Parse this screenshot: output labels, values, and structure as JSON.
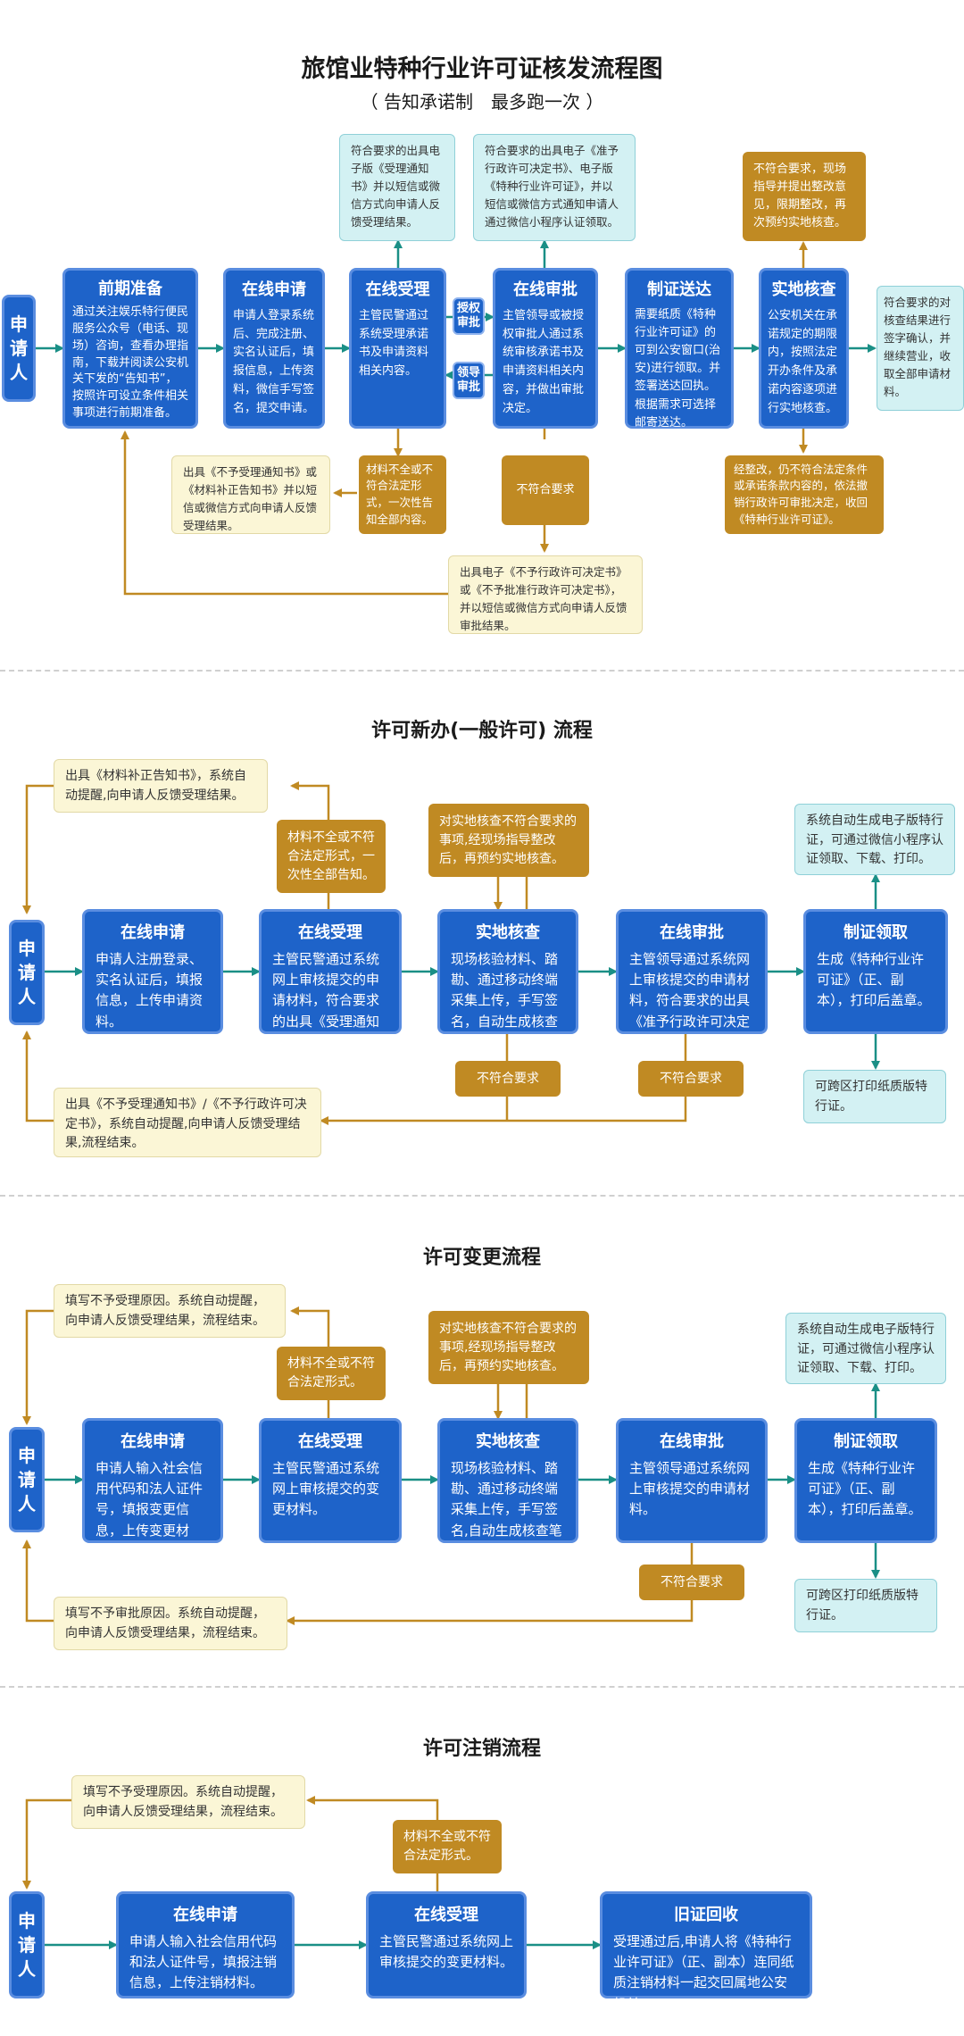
{
  "s1": {
    "title": "旅馆业特种行业许可证核发流程图",
    "subtitle": "（ 告知承诺制　最多跑一次 ）",
    "applicant": "申请人",
    "steps": [
      {
        "title": "前期准备",
        "text": "通过关注娱乐特行便民服务公众号（电话、现场）咨询，查看办理指南，下载并阅读公安机关下发的“告知书”，按照许可设立条件相关事项进行前期准备。"
      },
      {
        "title": "在线申请",
        "text": "申请人登录系统后、完成注册、实名认证后，填报信息，上传资料，微信手写签名，提交申请。"
      },
      {
        "title": "在线受理",
        "text": "主管民警通过系统受理承诺书及申请资料相关内容。"
      },
      {
        "title": "在线审批",
        "text": "主管领导或被授权审批人通过系统审核承诺书及申请资料相关内容，并做出审批决定。"
      },
      {
        "title": "制证送达",
        "text": "需要纸质《特种行业许可证》的可到公安窗口(治安)进行领取。并签署送达回执。根据需求可选择邮寄送达。"
      },
      {
        "title": "实地核查",
        "text": "公安机关在承诺规定的期限内，按照法定开办条件及承诺内容逐项进行实地核查。"
      }
    ],
    "badge_auth": "授权审批",
    "badge_lead": "领导审批",
    "top_notice_accept": "符合要求的出具电子版《受理通知书》并以短信或微信方式向申请人反馈受理结果。",
    "top_notice_approve": "符合要求的出具电子《准予行政许可决定书》、电子版《特种行业许可证》，并以短信或微信方式通知申请人通过微信小程序认证领取。",
    "top_notice_inspect": "不符合要求，现场指导并提出整改意见，限期整改，再次预约实地核查。",
    "right_notice": "符合要求的对核查结果进行签字确认，并继续营业，收取全部申请材料。",
    "pale_reject_accept": "出具《不予受理通知书》或《材料补正告知书》并以短信或微信方式向申请人反馈受理结果。",
    "gold_incomplete": "材料不全或不符合法定形式，一次性告知全部内容。",
    "gold_not_meet": "不符合要求",
    "pale_reject_approve": "出具电子《不予行政许可决定书》或《不予批准行政许可决定书》，并以短信或微信方式向申请人反馈审批结果。",
    "gold_revoke": "经整改，仍不符合法定条件或承诺条款内容的，依法撤销行政许可审批决定，收回《特种行业许可证》。"
  },
  "s2": {
    "title": "许可新办(一般许可) 流程",
    "applicant": "申请人",
    "steps": [
      {
        "title": "在线申请",
        "text": "申请人注册登录、实名认证后，填报信息，上传申请资料。"
      },
      {
        "title": "在线受理",
        "text": "主管民警通过系统网上审核提交的申请材料，符合要求的出具《受理通知书》"
      },
      {
        "title": "实地核查",
        "text": "现场核验材料、踏勘、通过移动终端采集上传，手写签名，自动生成核查笔录。"
      },
      {
        "title": "在线审批",
        "text": "主管领导通过系统网上审核提交的申请材料，符合要求的出具《准予行政许可决定书》。"
      },
      {
        "title": "制证领取",
        "text": "生成《特种行业许可证》（正、副本），打印后盖章。"
      }
    ],
    "pale_top": "出具《材料补正告知书》，系统自动提醒,向申请人反馈受理结果。",
    "gold_incomplete": "材料不全或不符合法定形式，一次性全部告知。",
    "gold_inspect": "对实地核查不符合要求的事项,经现场指导整改后，再预约实地核查。",
    "cyan_top": "系统自动生成电子版特行证，可通过微信小程序认证领取、下载、打印。",
    "cyan_bottom": "可跨区打印纸质版特行证。",
    "gold_not_meet_1": "不符合要求",
    "gold_not_meet_2": "不符合要求",
    "pale_bottom": "出具《不予受理通知书》/《不予行政许可决定书》，系统自动提醒,向申请人反馈受理结果,流程结束。"
  },
  "s3": {
    "title": "许可变更流程",
    "applicant": "申请人",
    "steps": [
      {
        "title": "在线申请",
        "text": "申请人输入社会信用代码和法人证件号，填报变更信息，上传变更材料。"
      },
      {
        "title": "在线受理",
        "text": "主管民警通过系统网上审核提交的变更材料。"
      },
      {
        "title": "实地核查",
        "text": "现场核验材料、踏勘、通过移动终端采集上传，手写签名,自动生成核查笔录。"
      },
      {
        "title": "在线审批",
        "text": "主管领导通过系统网上审核提交的申请材料。"
      },
      {
        "title": "制证领取",
        "text": "生成《特种行业许可证》（正、副本），打印后盖章。"
      }
    ],
    "pale_top": "填写不予受理原因。系统自动提醒，向申请人反馈受理结果，流程结束。",
    "gold_incomplete": "材料不全或不符合法定形式。",
    "gold_inspect": "对实地核查不符合要求的事项,经现场指导整改后，再预约实地核查。",
    "cyan_top": "系统自动生成电子版特行证，可通过微信小程序认证领取、下载、打印。",
    "cyan_bottom": "可跨区打印纸质版特行证。",
    "gold_not_meet": "不符合要求",
    "pale_bottom": "填写不予审批原因。系统自动提醒，向申请人反馈受理结果，流程结束。"
  },
  "s4": {
    "title": "许可注销流程",
    "applicant": "申请人",
    "steps": [
      {
        "title": "在线申请",
        "text": "申请人输入社会信用代码和法人证件号，填报注销信息，上传注销材料。"
      },
      {
        "title": "在线受理",
        "text": "主管民警通过系统网上审核提交的变更材料。"
      },
      {
        "title": "旧证回收",
        "text": "受理通过后,申请人将《特种行业许可证》（正、副本）连同纸质注销材料一起交回属地公安机关。"
      }
    ],
    "pale_top": "填写不予受理原因。系统自动提醒，向申请人反馈受理结果，流程结束。",
    "gold_incomplete": "材料不全或不符合法定形式。"
  },
  "colors": {
    "blue": "#1e63c9",
    "gold": "#c08a23",
    "pale": "#fbf6d6",
    "cyan": "#d3f1f3",
    "teal_line": "#1a8f86",
    "gold_line": "#c08a23"
  }
}
